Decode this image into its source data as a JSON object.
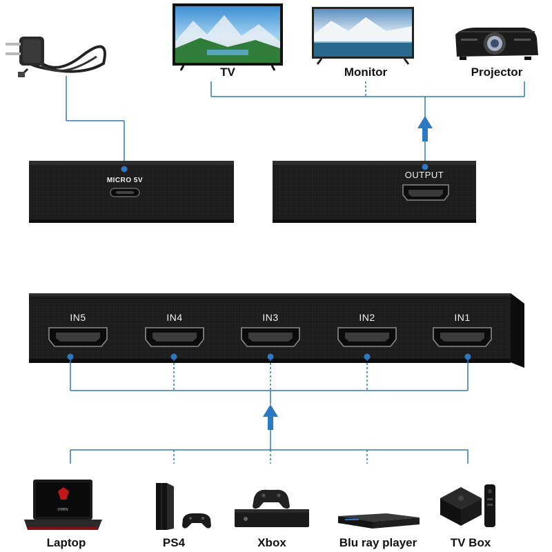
{
  "outputs": [
    {
      "id": "tv",
      "label": "TV"
    },
    {
      "id": "monitor",
      "label": "Monitor"
    },
    {
      "id": "projector",
      "label": "Projector"
    }
  ],
  "power": {
    "port_label": "MICRO 5V"
  },
  "output_port": {
    "label": "OUTPUT"
  },
  "inputs": [
    {
      "label": "IN5"
    },
    {
      "label": "IN4"
    },
    {
      "label": "IN3"
    },
    {
      "label": "IN2"
    },
    {
      "label": "IN1"
    }
  ],
  "sources": [
    {
      "id": "laptop",
      "label": "Laptop"
    },
    {
      "id": "ps4",
      "label": "PS4"
    },
    {
      "id": "xbox",
      "label": "Xbox"
    },
    {
      "id": "bluray",
      "label": "Blu ray player"
    },
    {
      "id": "tvbox",
      "label": "TV Box"
    }
  ],
  "colors": {
    "line": "#2b79c2",
    "device": "#1c1c1c",
    "text": "#111111"
  },
  "laptop_screen_text": "OMEN"
}
